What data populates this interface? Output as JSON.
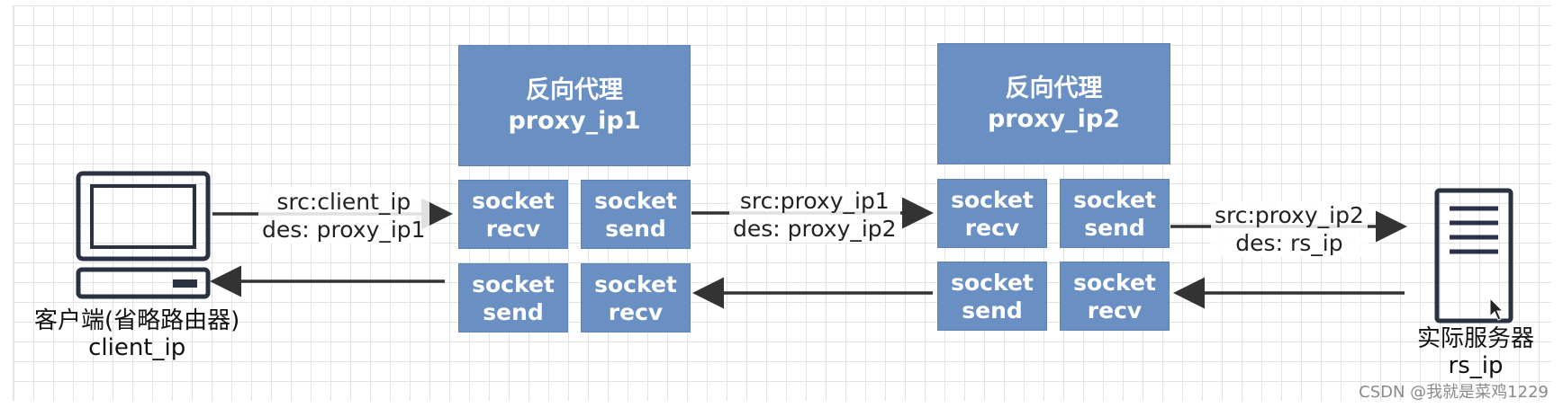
{
  "proxy1": {
    "title": "反向代理",
    "ip": "proxy_ip1"
  },
  "proxy2": {
    "title": "反向代理",
    "ip": "proxy_ip2"
  },
  "proxy1_sockets": {
    "top_left": {
      "l1": "socket",
      "l2": "recv"
    },
    "top_right": {
      "l1": "socket",
      "l2": "send"
    },
    "bottom_left": {
      "l1": "socket",
      "l2": "send"
    },
    "bottom_right": {
      "l1": "socket",
      "l2": "recv"
    }
  },
  "proxy2_sockets": {
    "top_left": {
      "l1": "socket",
      "l2": "recv"
    },
    "top_right": {
      "l1": "socket",
      "l2": "send"
    },
    "bottom_left": {
      "l1": "socket",
      "l2": "send"
    },
    "bottom_right": {
      "l1": "socket",
      "l2": "recv"
    }
  },
  "edge_labels": {
    "client_to_proxy1": {
      "src": "src:client_ip",
      "des": "des: proxy_ip1"
    },
    "proxy1_to_proxy2": {
      "src": "src:proxy_ip1",
      "des": "des: proxy_ip2"
    },
    "proxy2_to_server": {
      "src": "src:proxy_ip2",
      "des": "des: rs_ip"
    }
  },
  "client": {
    "name": "客户端(省略路由器)",
    "ip": "client_ip"
  },
  "server": {
    "name": "实际服务器",
    "ip": "rs_ip"
  },
  "watermark": "CSDN @我就是菜鸡1229"
}
